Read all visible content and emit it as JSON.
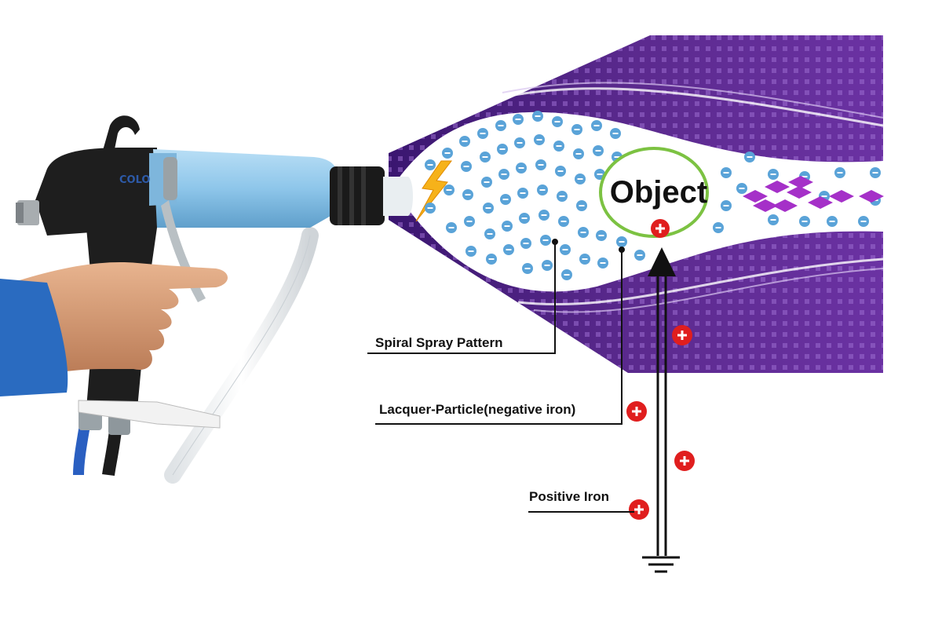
{
  "labels": {
    "object": "Object",
    "spiral_spray_pattern": "Spiral Spray Pattern",
    "lacquer_particle": "Lacquer-Particle(negative iron)",
    "positive_iron": "Positive Iron"
  },
  "gun": {
    "brand": "COLO"
  },
  "colors": {
    "spray_purple": "#5b2a8e",
    "spray_dark": "#3a1670",
    "gun_body": "#8ec6ea",
    "particle_blue": "#5aa3d8",
    "charge_red": "#e01e1e",
    "object_ring": "#7cc242",
    "diamond_magenta": "#a530c8"
  },
  "icons": {
    "negative_charge": "minus-circle-icon",
    "positive_charge": "plus-circle-icon",
    "ground": "ground-symbol-icon",
    "spark": "lightning-bolt-icon"
  }
}
